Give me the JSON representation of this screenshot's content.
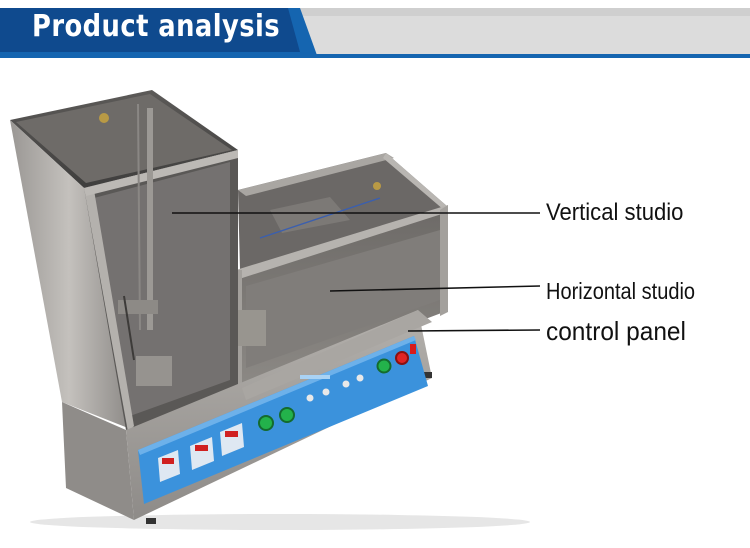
{
  "header": {
    "title": "Product analysis",
    "colors": {
      "dark": "#0d3e7a",
      "blue": "#1565b0",
      "light": "#d9d9d9"
    }
  },
  "callouts": {
    "vertical_studio": "Vertical studio",
    "horizontal_studio": "Horizontal studio",
    "control_panel": "control panel"
  },
  "product": {
    "panel_color": "#3b92dc",
    "start_button_color": "#23b24b",
    "stop_button_color": "#e02424"
  }
}
